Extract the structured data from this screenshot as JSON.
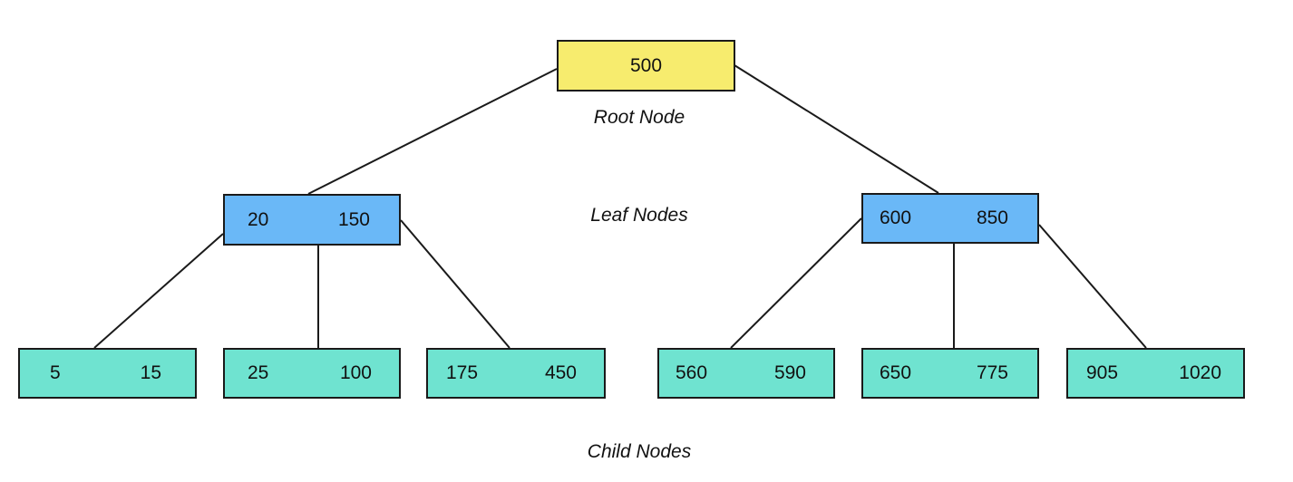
{
  "colors": {
    "root": "#f7ec6e",
    "internal": "#6ab8f7",
    "leaf": "#6fe3d0",
    "edge": "#1a1a1a"
  },
  "captions": {
    "root": "Root Node",
    "level1": "Leaf Nodes",
    "level2": "Child Nodes"
  },
  "tree": {
    "root": {
      "id": "root",
      "keys": [
        "500"
      ]
    },
    "internal": [
      {
        "id": "left",
        "keys": [
          "20",
          "150"
        ]
      },
      {
        "id": "right",
        "keys": [
          "600",
          "850"
        ]
      }
    ],
    "leaves": [
      {
        "id": "l1",
        "parent": "left",
        "keys": [
          "5",
          "15"
        ]
      },
      {
        "id": "l2",
        "parent": "left",
        "keys": [
          "25",
          "100"
        ]
      },
      {
        "id": "l3",
        "parent": "left",
        "keys": [
          "175",
          "450"
        ]
      },
      {
        "id": "r1",
        "parent": "right",
        "keys": [
          "560",
          "590"
        ]
      },
      {
        "id": "r2",
        "parent": "right",
        "keys": [
          "650",
          "775"
        ]
      },
      {
        "id": "r3",
        "parent": "right",
        "keys": [
          "905",
          "1020"
        ]
      }
    ]
  }
}
